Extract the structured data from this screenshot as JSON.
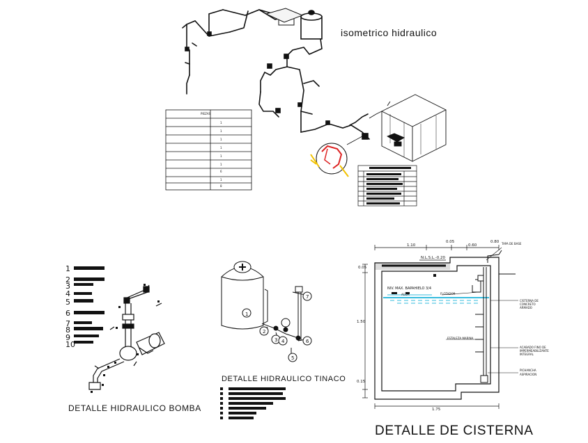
{
  "titles": {
    "isometric": "isometrico hidraulico",
    "bomba": "DETALLE HIDRAULICO BOMBA",
    "tinaco": "DETALLE HIDRAULICO TINACO",
    "cisterna": "DETALLE DE CISTERNA"
  },
  "legend_table": {
    "header": "PIEZAS",
    "rows": [
      "1",
      "1",
      "1",
      "1",
      "1",
      "1",
      "6",
      "1",
      "8"
    ]
  },
  "bomba_numbers": [
    "1",
    "2",
    "3",
    "4",
    "5",
    "6",
    "7",
    "8",
    "9",
    "10"
  ],
  "tinaco_numbers": [
    "1",
    "2",
    "3",
    "4",
    "5",
    "6",
    "7"
  ],
  "cisterna": {
    "dims": {
      "top_left": "1.10",
      "top_mid1": "0.05",
      "top_mid2": "0.60",
      "top_right": "0.80",
      "bottom": "1.75",
      "left_top": "0.05",
      "left_height": "1.50",
      "left_bottom": "0.15",
      "nivel": "N.L.S.L.-0.20"
    },
    "labels": {
      "nivel_max": "NIV. MAX. BAPAHIELO 3/4",
      "agua": "AGUA",
      "flotador": "FLOTADOR",
      "tapa": "TAPA DE BASE",
      "cisterna_concreto": "CISTERNA DE CONCRETO ARMADO",
      "estaleza": "ESTALEZA MARINA",
      "acabado": "ACABADO FINO DE IMPERMEABILIZANTE INTEGRAL",
      "pichancha": "PICHANCHA",
      "aspiracion": "ASPIRACION"
    }
  },
  "colors": {
    "ink": "#111111",
    "water": "#33bbdd",
    "highlight_red": "#dd2222",
    "highlight_yellow": "#f2c200"
  }
}
